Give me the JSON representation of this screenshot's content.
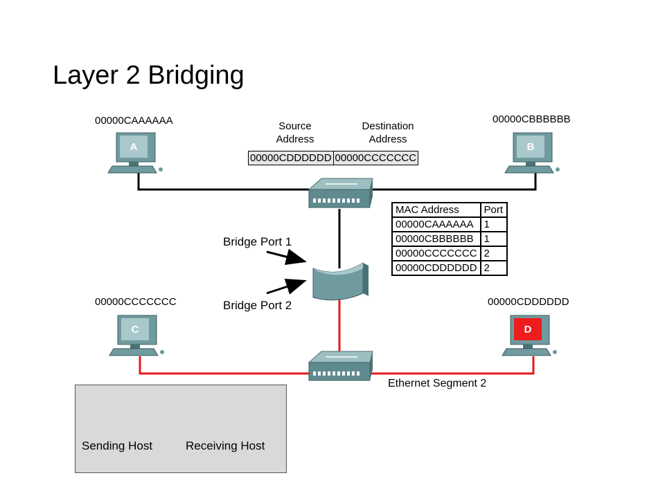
{
  "title": "Layer 2 Bridging",
  "hosts": {
    "a": {
      "letter": "A",
      "mac": "00000CAAAAAA"
    },
    "b": {
      "letter": "B",
      "mac": "00000CBBBBBB"
    },
    "c": {
      "letter": "C",
      "mac": "00000CCCCCCC"
    },
    "d": {
      "letter": "D",
      "mac": "00000CDDDDDD"
    }
  },
  "frame": {
    "source_label_1": "Source",
    "source_label_2": "Address",
    "dest_label_1": "Destination",
    "dest_label_2": "Address",
    "source_value": "00000CDDDDDD",
    "dest_value": "00000CCCCCCC"
  },
  "bridge": {
    "port1_label": "Bridge Port 1",
    "port2_label": "Bridge Port 2"
  },
  "mac_table": {
    "headers": [
      "MAC Address",
      "Port"
    ],
    "rows": [
      [
        "00000CAAAAAA",
        "1"
      ],
      [
        "00000CBBBBBB",
        "1"
      ],
      [
        "00000CCCCCCC",
        "2"
      ],
      [
        "00000CDDDDDD",
        "2"
      ]
    ]
  },
  "segment_label": "Ethernet Segment 2",
  "legend": {
    "sending": "Sending Host",
    "receiving": "Receiving Host"
  },
  "colors": {
    "sending": "#ee1c1c",
    "receiving": "#f5c518",
    "segment1_line": "#000000",
    "segment2_line": "#e41a1a",
    "device_teal": "#6f9a9e"
  }
}
